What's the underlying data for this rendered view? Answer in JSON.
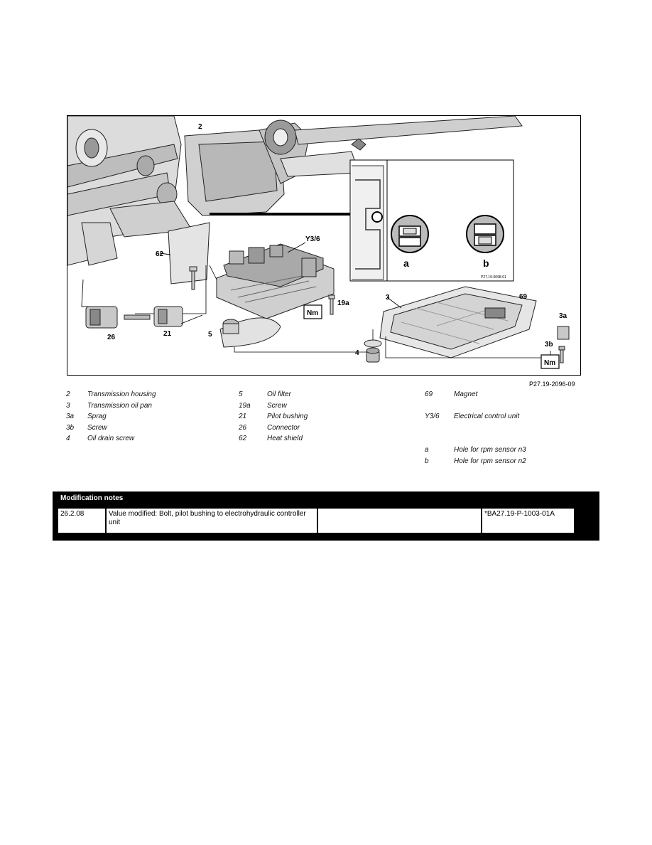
{
  "figure": {
    "callouts": {
      "c2": "2",
      "c62": "62",
      "cY36": "Y3/6",
      "c19a": "19a",
      "c3": "3",
      "c69": "69",
      "c3a": "3a",
      "c3b": "3b",
      "c26": "26",
      "c21": "21",
      "c5": "5",
      "c4": "4"
    },
    "torque_symbol": "Nm",
    "inset": {
      "label_a": "a",
      "label_b": "b",
      "code": "P27.19-0098-01"
    },
    "code": "P27.19-2096-09"
  },
  "legend": {
    "col1": [
      {
        "key": "2",
        "text": "Transmission housing"
      },
      {
        "key": "3",
        "text": "Transmission oil pan"
      },
      {
        "key": "3a",
        "text": "Sprag"
      },
      {
        "key": "3b",
        "text": "Screw"
      },
      {
        "key": "4",
        "text": "Oil drain screw"
      }
    ],
    "col2": [
      {
        "key": "5",
        "text": "Oil filter"
      },
      {
        "key": "19a",
        "text": "Screw"
      },
      {
        "key": "21",
        "text": "Pilot bushing"
      },
      {
        "key": "26",
        "text": "Connector"
      },
      {
        "key": "62",
        "text": "Heat shield"
      }
    ],
    "col3": [
      {
        "key": "69",
        "text": "Magnet"
      },
      {
        "key": "",
        "text": ""
      },
      {
        "key": "Y3/6",
        "text": "Electrical control unit"
      },
      {
        "key": "",
        "text": ""
      },
      {
        "key": "",
        "text": ""
      },
      {
        "key": "a",
        "text": "Hole for rpm sensor n3"
      },
      {
        "key": "b",
        "text": "Hole for rpm sensor n2"
      }
    ]
  },
  "notes": {
    "title": "Modification notes",
    "date": "26.2.08",
    "description": "Value modified: Bolt, pilot bushing to electrohydraulic controller unit",
    "blank": "",
    "ref": "*BA27.19-P-1003-01A"
  }
}
